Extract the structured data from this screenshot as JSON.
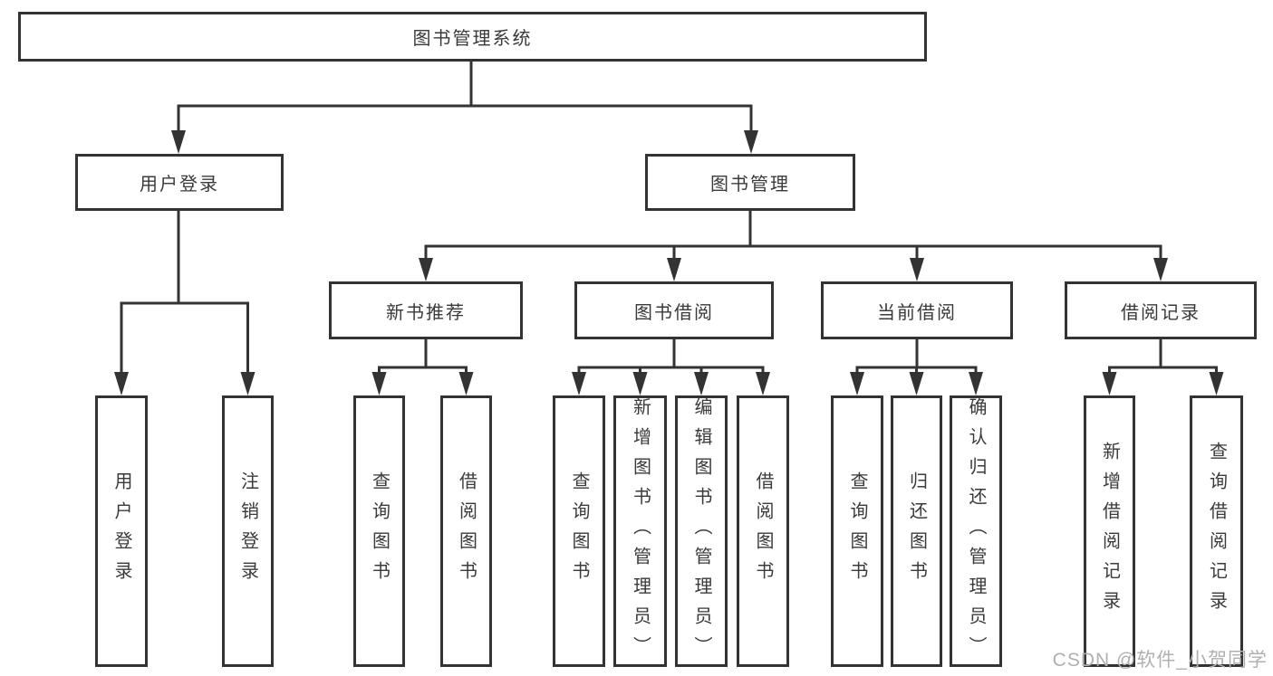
{
  "tree": {
    "label": "图书管理系统",
    "children": [
      {
        "label": "用户登录",
        "children": [
          {
            "label": "用户登录"
          },
          {
            "label": "注销登录"
          }
        ]
      },
      {
        "label": "图书管理",
        "children": [
          {
            "label": "新书推荐",
            "children": [
              {
                "label": "查询图书"
              },
              {
                "label": "借阅图书"
              }
            ]
          },
          {
            "label": "图书借阅",
            "children": [
              {
                "label": "查询图书"
              },
              {
                "label": "新增图书（管理员）"
              },
              {
                "label": "编辑图书（管理员）"
              },
              {
                "label": "借阅图书"
              }
            ]
          },
          {
            "label": "当前借阅",
            "children": [
              {
                "label": "查询图书"
              },
              {
                "label": "归还图书"
              },
              {
                "label": "确认归还（管理员）"
              }
            ]
          },
          {
            "label": "借阅记录",
            "children": [
              {
                "label": "新增借阅记录"
              },
              {
                "label": "查询借阅记录"
              }
            ]
          }
        ]
      }
    ]
  },
  "watermark": {
    "text": "CSDN @软件_小贺同学"
  },
  "colors": {
    "line": "#333333",
    "box_border": "#333333",
    "box_background": "#ffffff",
    "text": "#3a3a3a",
    "watermark": "#b0b0b0"
  }
}
